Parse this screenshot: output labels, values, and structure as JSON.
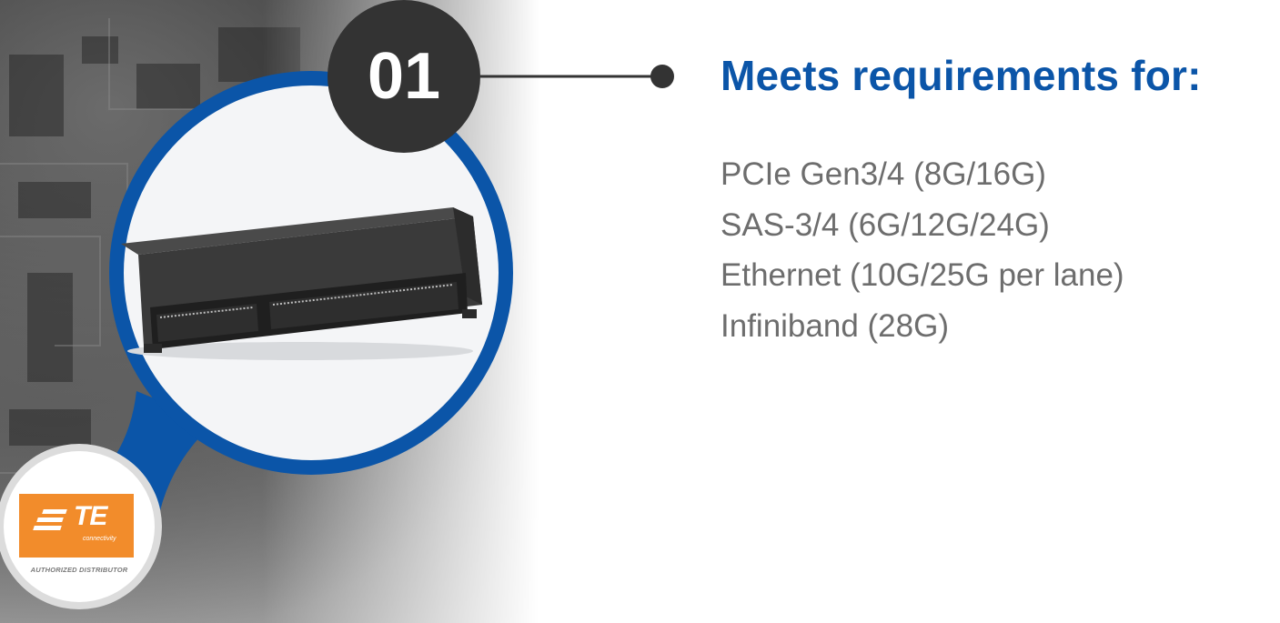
{
  "step": {
    "number": "01"
  },
  "feature": {
    "heading": "Meets requirements for:",
    "items": [
      "PCIe Gen3/4 (8G/16G)",
      "SAS-3/4 (6G/12G/24G)",
      "Ethernet (10G/25G per lane)",
      "Infiniband (28G)"
    ]
  },
  "logo": {
    "brand": "TE",
    "tagline": "connectivity",
    "caption": "AUTHORIZED DISTRIBUTOR"
  },
  "colors": {
    "accent_blue": "#0b55a8",
    "badge_dark": "#333333",
    "body_text": "#6d6d6d",
    "logo_orange": "#f28c2b"
  },
  "icons": {
    "connector": "pcie-card-edge-connector-image",
    "pointer": "line-with-dot-pointer"
  }
}
